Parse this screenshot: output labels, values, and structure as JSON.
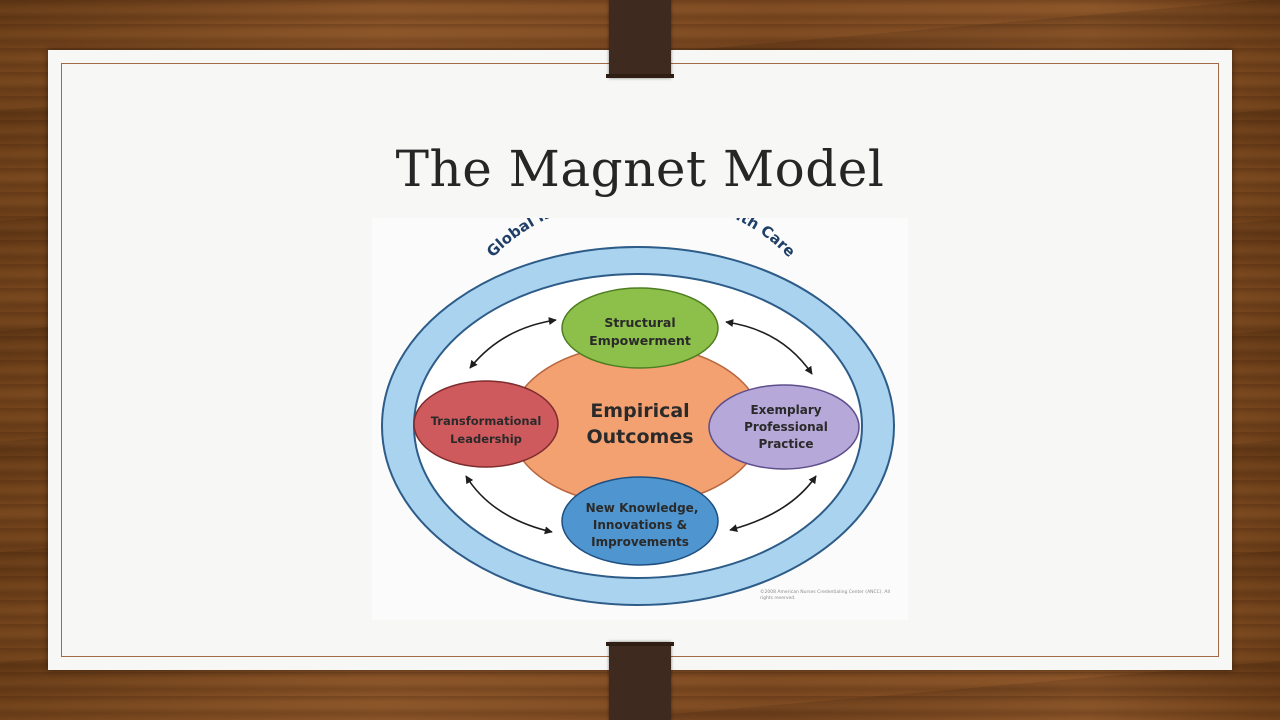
{
  "slide": {
    "title": "The Magnet Model"
  },
  "diagram": {
    "outer_ring_label": "Global Issues in Nursing & Health Care",
    "center": {
      "line1": "Empirical",
      "line2": "Outcomes"
    },
    "top_node": {
      "line1": "Structural",
      "line2": "Empowerment"
    },
    "left_node": {
      "line1": "Transformational",
      "line2": "Leadership"
    },
    "right_node": {
      "line1": "Exemplary",
      "line2": "Professional",
      "line3": "Practice"
    },
    "bottom_node": {
      "line1": "New Knowledge,",
      "line2": "Innovations &",
      "line3": "Improvements"
    },
    "copyright": "©2008 American Nurses Credentialing Center (ANCC). All rights reserved."
  },
  "colors": {
    "outer_ring": "#a9d3ef",
    "center": "#f4a172",
    "top_node": "#8dc04a",
    "left_node": "#cf5a5d",
    "right_node": "#b6a8d8",
    "bottom_node": "#4f95cf"
  }
}
